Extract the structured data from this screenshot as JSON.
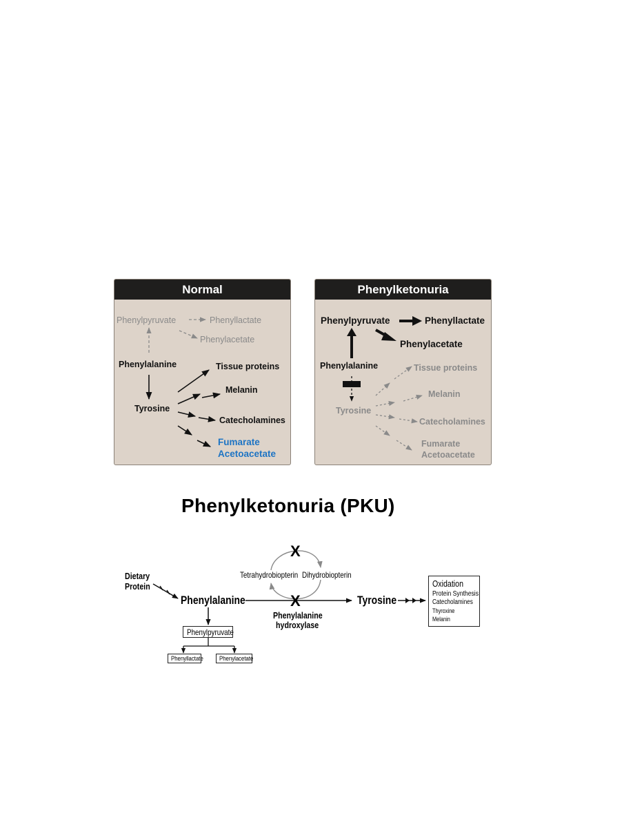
{
  "normal_panel": {
    "title": "Normal",
    "labels": {
      "phenylpyruvate": "Phenylpyruvate",
      "phenyllactate": "Phenyllactate",
      "phenylacetate": "Phenylacetate",
      "phenylalanine": "Phenylalanine",
      "tyrosine": "Tyrosine",
      "tissue_proteins": "Tissue proteins",
      "melanin": "Melanin",
      "catecholamines": "Catecholamines",
      "fumarate": "Fumarate",
      "acetoacetate": "Acetoacetate"
    }
  },
  "pku_panel": {
    "title": "Phenylketonuria",
    "labels": {
      "phenylpyruvate": "Phenylpyruvate",
      "phenyllactate": "Phenyllactate",
      "phenylacetate": "Phenylacetate",
      "phenylalanine": "Phenylalanine",
      "tyrosine": "Tyrosine",
      "tissue_proteins": "Tissue proteins",
      "melanin": "Melanin",
      "catecholamines": "Catecholamines",
      "fumarate": "Fumarate",
      "acetoacetate": "Acetoacetate"
    }
  },
  "pathway": {
    "title": "Phenylketonuria (PKU)",
    "dietary_protein_line1": "Dietary",
    "dietary_protein_line2": "Protein",
    "phenylalanine": "Phenylalanine",
    "tyrosine": "Tyrosine",
    "tetrahydrobiopterin": "Tetrahydrobiopterin",
    "dihydrobiopterin": "Dihydrobiopterin",
    "enzyme_line1": "Phenylalanine",
    "enzyme_line2": "hydroxylase",
    "block_marker": "X",
    "phenylpyruvate": "Phenylpyruvate",
    "phenyllactate": "Phenyllactate",
    "phenylacetate": "Phenylacetate",
    "fates": [
      "Oxidation",
      "Protein Synthesis",
      "Catecholamines",
      "Thyroxine",
      "Melanin"
    ]
  },
  "colors": {
    "panel_bg": "#ddd3c9",
    "header_bg": "#1f1e1d",
    "active_text": "#111111",
    "inactive_text": "#8a8a8a",
    "highlight_blue": "#1d74c4"
  }
}
